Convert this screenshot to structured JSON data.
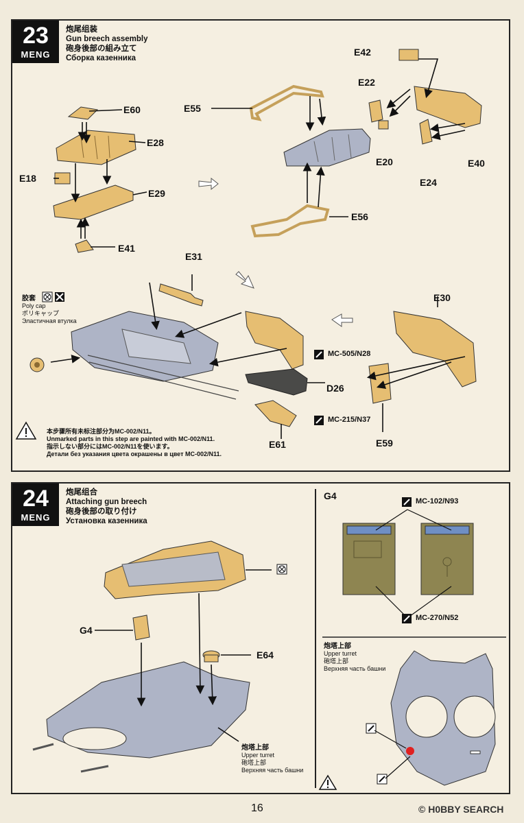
{
  "brand": "MENG",
  "page_number": "16",
  "watermark": "© H0BBY SEARCH",
  "step23": {
    "number": "23",
    "title_zh": "炮尾组装",
    "title_en": "Gun breech assembly",
    "title_ja": "砲身後部の組み立て",
    "title_ru": "Сборка казенника",
    "parts": {
      "e60": "E60",
      "e28": "E28",
      "e18": "E18",
      "e29": "E29",
      "e41": "E41",
      "e55": "E55",
      "e42": "E42",
      "e22": "E22",
      "e20": "E20",
      "e24": "E24",
      "e40": "E40",
      "e56": "E56",
      "e31": "E31",
      "e30": "E30",
      "d26": "D26",
      "e61": "E61",
      "e59": "E59"
    },
    "polycap": {
      "zh": "胶套",
      "en": "Poly cap",
      "ja": "ポリキャップ",
      "ru": "Эластичная втулка"
    },
    "paint_a": "MC-505/N28",
    "paint_b": "MC-215/N37",
    "notes": [
      "本步骤所有未标注部分为MC-002/N11。",
      "Unmarked parts in this step are painted with MC-002/N11.",
      "指示しない部分にはMC-002/N11を使います。",
      "Детали без указания цвета окрашены в цвет MC-002/N11."
    ]
  },
  "step24": {
    "number": "24",
    "title_zh": "炮尾组合",
    "title_en": "Attaching gun breech",
    "title_ja": "砲身後部の取り付け",
    "title_ru": "Установка казенника",
    "parts": {
      "g4": "G4",
      "e64": "E64"
    },
    "turret": {
      "zh": "炮塔上部",
      "en": "Upper turret",
      "ja": "砲塔上部",
      "ru": "Верхняя часть башни"
    },
    "g4_panel": {
      "label": "G4",
      "paint_top": "MC-102/N93",
      "paint_bottom": "MC-270/N52"
    },
    "colors": {
      "sand": "#e6be72",
      "grey": "#aeb4c6",
      "olive": "#8e8551",
      "blue": "#6f8fc4",
      "red": "#e02020"
    }
  }
}
